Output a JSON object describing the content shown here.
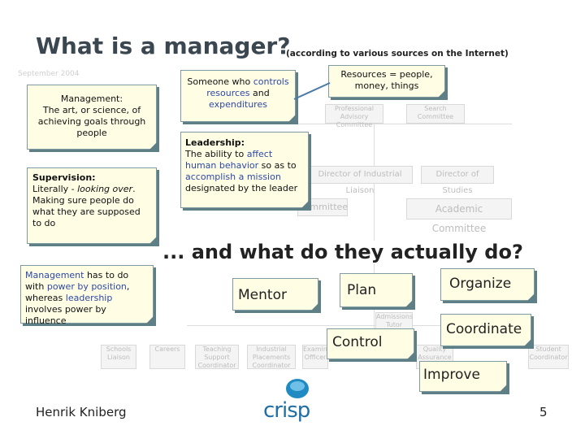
{
  "slide": {
    "title": "What is a manager?",
    "title_note": "(according to various sources on the Internet)",
    "subtitle": "... and what do they actually do?",
    "footer_author": "Henrik Kniberg",
    "logo_text": "crisp",
    "page_number": "5"
  },
  "notes": {
    "management": {
      "heading": "Management:",
      "text": "The art, or science, of achieving goals through people"
    },
    "supervision": {
      "heading": "Supervision:",
      "prefix": "Literally - ",
      "italic": "looking over",
      "text": ". Making sure people do what they are supposed to do"
    },
    "controls": {
      "part1": "Someone who ",
      "hl1": "controls resources",
      "part2": " and ",
      "hl2": "expenditures"
    },
    "resources": {
      "text": "Resources = people, money, things"
    },
    "leadership": {
      "heading": "Leadership:",
      "part1": "The ability to ",
      "hl1": "affect human behavior",
      "part2": " so as to ",
      "hl2": "accomplish a mission",
      "part3": " designated by the leader"
    },
    "position": {
      "hl1": "Management",
      "part1": " has to do with ",
      "hl2": "power by position",
      "part2": ", whereas ",
      "hl3": "leadership",
      "part3": " involves power by influence"
    }
  },
  "tasks": {
    "mentor": "Mentor",
    "plan": "Plan",
    "organize": "Organize",
    "control": "Control",
    "coordinate": "Coordinate",
    "improve": "Improve"
  },
  "background_chart": {
    "date": "September 2004",
    "boxes": [
      "Professional Advisory Committee",
      "Search Committee",
      "Director of Industrial Liaison",
      "Director of Studies",
      "Committee",
      "Academic Committee",
      "Schools Liaison",
      "Careers",
      "Teaching Support Coordinator",
      "Industrial Placements Coordinator",
      "Examinations Officer",
      "Quality Assurance",
      "Admissions Tutor",
      "Student Coordinator"
    ]
  },
  "colors": {
    "title": "#3a4650",
    "highlight": "#2c48a8",
    "note_fill": "#fffde4",
    "note_shadow": "#5e7f86",
    "logo": "#1f8bc2"
  }
}
